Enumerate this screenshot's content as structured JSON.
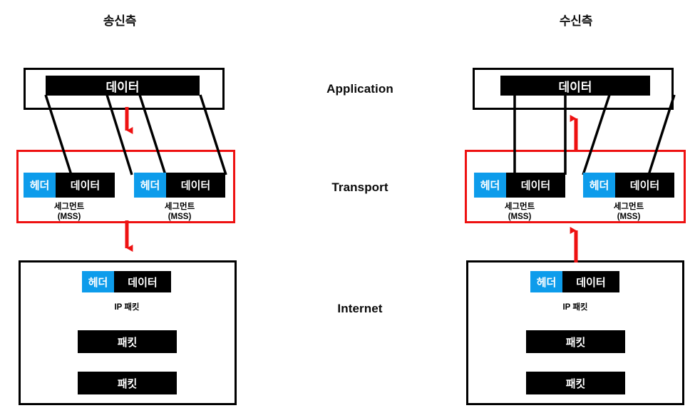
{
  "diagram": {
    "title_sender": "송신측",
    "title_receiver": "수신측",
    "layers": [
      {
        "key": "application",
        "label": "Application"
      },
      {
        "key": "transport",
        "label": "Transport"
      },
      {
        "key": "internet",
        "label": "Internet"
      }
    ],
    "colors": {
      "header_blue": "#0d9ceb",
      "data_black": "#000000",
      "transport_red": "#ee1111",
      "outline_black": "#000000",
      "background": "#ffffff"
    },
    "labels": {
      "data": "데이터",
      "header": "헤더",
      "segment": "세그먼트",
      "segment_mss": "(MSS)",
      "ip_packet": "IP 패킷",
      "packet": "패킷"
    }
  },
  "sender": {
    "application": {
      "data_bar_label": "데이터"
    },
    "transport": {
      "segments": [
        {
          "header": "헤더",
          "data": "데이터",
          "caption_line1": "세그먼트",
          "caption_line2": "(MSS)"
        },
        {
          "header": "헤더",
          "data": "데이터",
          "caption_line1": "세그먼트",
          "caption_line2": "(MSS)"
        }
      ]
    },
    "internet": {
      "ip_packet": {
        "header": "헤더",
        "data": "데이터",
        "caption": "IP 패킷"
      },
      "packets": [
        "패킷",
        "패킷"
      ]
    }
  },
  "receiver": {
    "application": {
      "data_bar_label": "데이터"
    },
    "transport": {
      "segments": [
        {
          "header": "헤더",
          "data": "데이터",
          "caption_line1": "세그먼트",
          "caption_line2": "(MSS)"
        },
        {
          "header": "헤더",
          "data": "데이터",
          "caption_line1": "세그먼트",
          "caption_line2": "(MSS)"
        }
      ]
    },
    "internet": {
      "ip_packet": {
        "header": "헤더",
        "data": "데이터",
        "caption": "IP 패킷"
      },
      "packets": [
        "패킷",
        "패킷"
      ]
    }
  },
  "flow": {
    "sender_direction": "down",
    "receiver_direction": "up"
  }
}
